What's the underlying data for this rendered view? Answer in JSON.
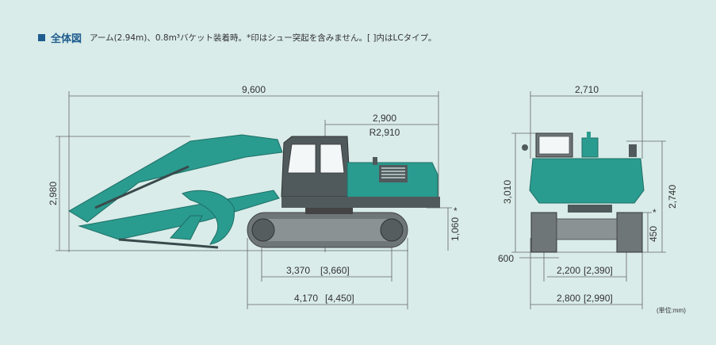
{
  "header": {
    "title": "全体図",
    "caption": "アーム(2.94m)、0.8m³バケット装着時。*印はシュー突起を含みません。[ ]内はLCタイプ。"
  },
  "side_view": {
    "overall_length": "9,600",
    "rear_length": "2,900",
    "tail_radius": "R2,910",
    "overall_height": "2,980",
    "counterweight_clearance": "1,060",
    "tumbler_distance": "3,370",
    "tumbler_distance_lc": "[3,660]",
    "track_length": "4,170",
    "track_length_lc": "[4,450]"
  },
  "front_view": {
    "overall_width": "2,710",
    "cab_height": "3,010",
    "height_to_top": "2,740",
    "ground_clearance": "450",
    "shoe_width": "600",
    "track_gauge": "2,200",
    "track_gauge_lc": "[2,390]",
    "crawler_width": "2,800",
    "crawler_width_lc": "[2,990]"
  },
  "unit_note": "(単位:mm)",
  "asterisk": "*",
  "colors": {
    "body": "#2a9b8f",
    "dark": "#505a5c",
    "track": "#6e7678",
    "background": "#d9ece9",
    "accent": "#1f5d8f"
  }
}
